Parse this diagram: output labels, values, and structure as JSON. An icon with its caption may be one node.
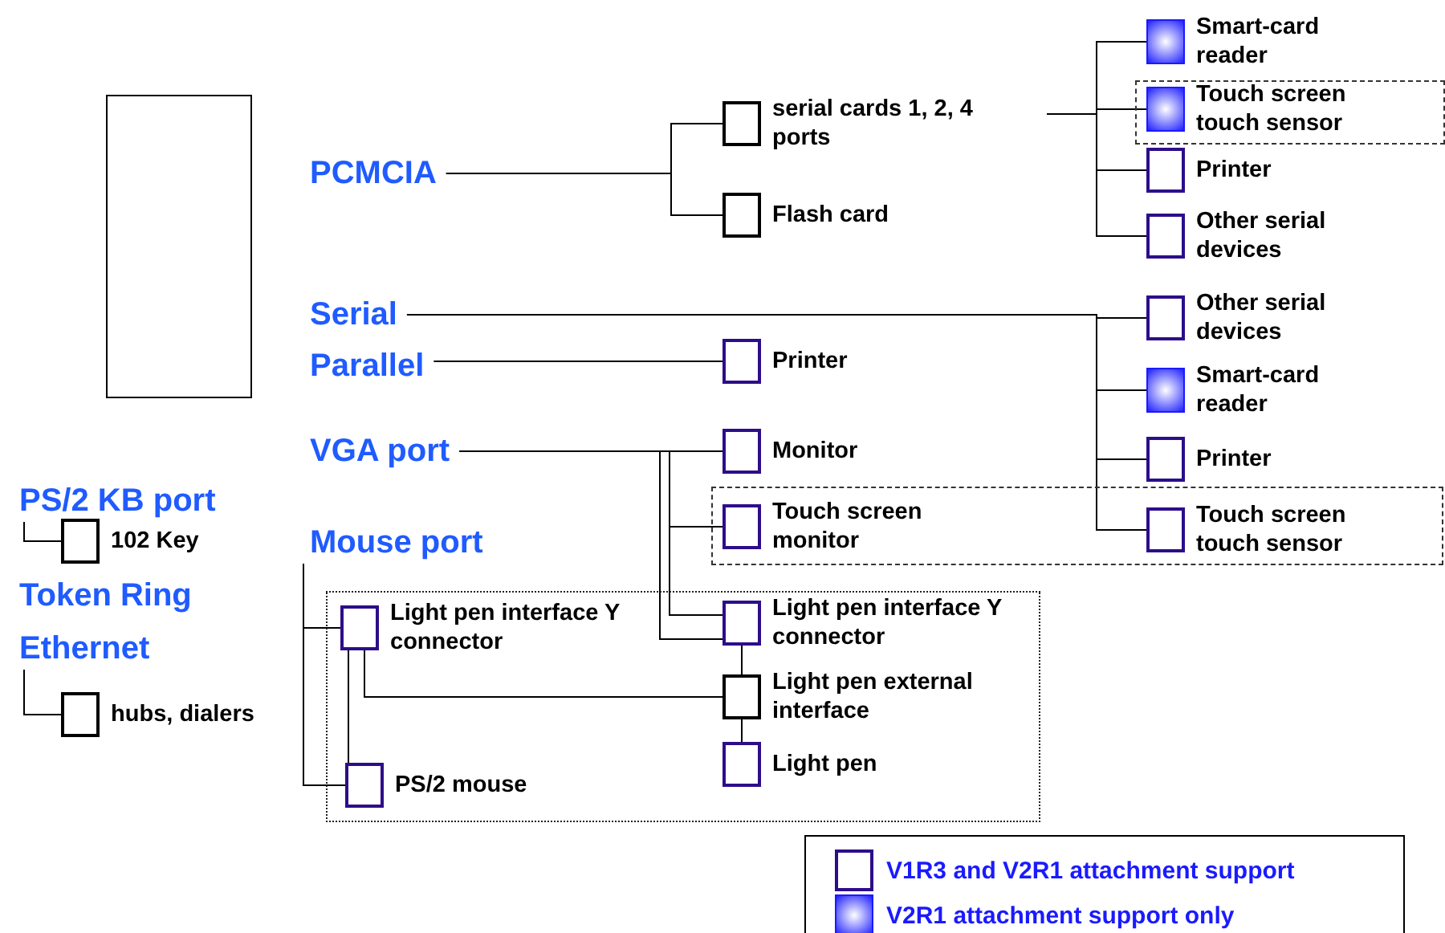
{
  "diagram": {
    "nodes": [
      {
        "text": [],
        "shape": "box"
      },
      {
        "text": [
          "PCMCIA"
        ]
      },
      {
        "text": [
          "serial cards 1, 2, 4 ports"
        ]
      },
      {
        "text": [
          "Flash card"
        ]
      },
      {
        "text": [
          "Smart-card reader"
        ]
      },
      {
        "text": [],
        "shape": "box"
      },
      {
        "text": [
          "Touch screen touch sensor"
        ],
        "in": 5
      },
      {
        "text": [
          "Printer"
        ]
      },
      {
        "text": [
          "Other serial devices"
        ]
      },
      {
        "text": [
          "Serial"
        ]
      },
      {
        "text": [
          "Other serial devices"
        ]
      },
      {
        "text": [
          "Parallel"
        ]
      },
      {
        "text": [
          "Printer"
        ]
      },
      {
        "text": [
          "Smart-card reader"
        ]
      },
      {
        "text": [
          "VGA port"
        ]
      },
      {
        "text": [
          "Monitor"
        ]
      },
      {
        "text": [
          "Printer"
        ]
      },
      {
        "text": [],
        "shape": "box"
      },
      {
        "text": [
          "Touch screen monitor"
        ],
        "in": 17
      },
      {
        "text": [
          "Touch screen touch sensor"
        ],
        "in": 17
      },
      {
        "text": [
          "PS/2 KB port"
        ]
      },
      {
        "text": [
          "102 Key"
        ]
      },
      {
        "text": [
          "Mouse port"
        ]
      },
      {
        "text": [
          "Token Ring"
        ]
      },
      {
        "text": [],
        "shape": "box"
      },
      {
        "text": [
          "Light pen interface Y connector"
        ],
        "in": 24
      },
      {
        "text": [
          "Light pen interface Y connector"
        ],
        "in": 24
      },
      {
        "text": [
          "Light pen external interface"
        ],
        "in": 24
      },
      {
        "text": [
          "Ethernet"
        ]
      },
      {
        "text": [
          "hubs, dialers"
        ]
      },
      {
        "text": [
          "Light pen"
        ],
        "in": 24
      },
      {
        "text": [
          "PS/2 mouse"
        ],
        "in": 24
      }
    ],
    "edges": [
      {
        "from": 1,
        "to": 2,
        "arrow": "none"
      },
      {
        "from": 1,
        "to": 3,
        "arrow": "none"
      },
      {
        "from": 2,
        "to": 4,
        "arrow": "none"
      },
      {
        "from": 2,
        "to": 6,
        "arrow": "none"
      },
      {
        "from": 2,
        "to": 7,
        "arrow": "none"
      },
      {
        "from": 2,
        "to": 8,
        "arrow": "none"
      },
      {
        "from": 9,
        "to": 10,
        "arrow": "none"
      },
      {
        "from": 9,
        "to": 13,
        "arrow": "none"
      },
      {
        "from": 9,
        "to": 16,
        "arrow": "none"
      },
      {
        "from": 9,
        "to": 19,
        "arrow": "none"
      },
      {
        "from": 11,
        "to": 12,
        "arrow": "none"
      },
      {
        "from": 14,
        "to": 15,
        "arrow": "none"
      },
      {
        "from": 14,
        "to": 18,
        "arrow": "none"
      },
      {
        "from": 14,
        "to": 26,
        "arrow": "none"
      },
      {
        "from": 14,
        "to": 26,
        "arrow": "none"
      },
      {
        "from": 20,
        "to": 21,
        "arrow": "none"
      },
      {
        "from": 22,
        "to": 25,
        "arrow": "none"
      },
      {
        "from": 22,
        "to": 31,
        "arrow": "none"
      },
      {
        "from": 28,
        "to": 29,
        "arrow": "none"
      },
      {
        "from": 25,
        "to": 27,
        "arrow": "none"
      },
      {
        "from": 25,
        "to": 31,
        "arrow": "none"
      },
      {
        "from": 26,
        "to": 27,
        "arrow": "none"
      },
      {
        "from": 27,
        "to": 30,
        "arrow": "none"
      }
    ],
    "legend": [
      {
        "text": "V1R3 and V2R1 attachment support"
      },
      {
        "text": "V2R1 attachment support only"
      }
    ]
  }
}
